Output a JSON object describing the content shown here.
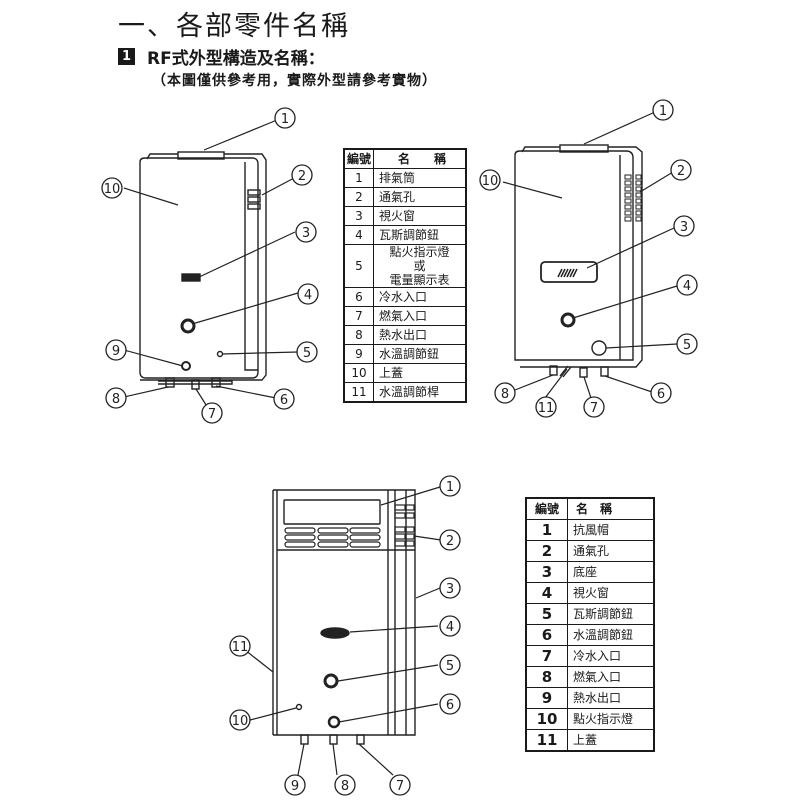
{
  "heading": {
    "title": "一、各部零件名稱",
    "section_number": "1",
    "section_title": "RF式外型構造及名稱：",
    "note": "（本圖僅供參考用，實際外型請參考實物）"
  },
  "table1": {
    "headers": [
      "編號",
      "名　　稱"
    ],
    "rows": [
      {
        "num": "1",
        "name": "排氣筒"
      },
      {
        "num": "2",
        "name": "通氣孔"
      },
      {
        "num": "3",
        "name": "視火窗"
      },
      {
        "num": "4",
        "name": "瓦斯調節鈕"
      },
      {
        "num": "5",
        "name": "點火指示燈\n或\n電量顯示表"
      },
      {
        "num": "6",
        "name": "冷水入口"
      },
      {
        "num": "7",
        "name": "燃氣入口"
      },
      {
        "num": "8",
        "name": "熱水出口"
      },
      {
        "num": "9",
        "name": "水溫調節鈕"
      },
      {
        "num": "10",
        "name": "上蓋"
      },
      {
        "num": "11",
        "name": "水溫調節桿"
      }
    ]
  },
  "table2": {
    "headers": [
      "編號",
      "名　稱"
    ],
    "rows": [
      {
        "num": "1",
        "name": "抗風帽"
      },
      {
        "num": "2",
        "name": "通氣孔"
      },
      {
        "num": "3",
        "name": "底座"
      },
      {
        "num": "4",
        "name": "視火窗"
      },
      {
        "num": "5",
        "name": "瓦斯調節鈕"
      },
      {
        "num": "6",
        "name": "水溫調節鈕"
      },
      {
        "num": "7",
        "name": "冷水入口"
      },
      {
        "num": "8",
        "name": "燃氣入口"
      },
      {
        "num": "9",
        "name": "熱水出口"
      },
      {
        "num": "10",
        "name": "點火指示燈"
      },
      {
        "num": "11",
        "name": "上蓋"
      }
    ]
  },
  "diagram1_labels": [
    "1",
    "2",
    "3",
    "4",
    "5",
    "6",
    "7",
    "8",
    "9",
    "10"
  ],
  "diagram2_labels": [
    "1",
    "2",
    "3",
    "4",
    "5",
    "6",
    "7",
    "8",
    "10",
    "11"
  ],
  "diagram3_labels": [
    "1",
    "2",
    "3",
    "4",
    "5",
    "6",
    "7",
    "8",
    "9",
    "10",
    "11"
  ]
}
